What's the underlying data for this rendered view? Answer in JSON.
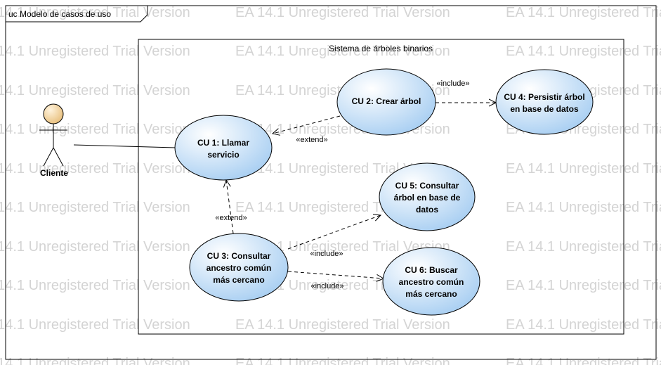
{
  "frame": {
    "label": "uc Modelo de casos de uso"
  },
  "watermark": {
    "text": "EA 14.1 Unregistered Trial Version"
  },
  "boundary": {
    "label": "Sistema de árboles binarios"
  },
  "actor": {
    "name": "Cliente"
  },
  "use_cases": [
    {
      "id": "cu1",
      "lines": [
        "CU 1: Llamar",
        "servicio"
      ]
    },
    {
      "id": "cu2",
      "lines": [
        "CU 2: Crear árbol"
      ]
    },
    {
      "id": "cu3",
      "lines": [
        "CU 3: Consultar",
        "ancestro  común",
        "más cercano"
      ]
    },
    {
      "id": "cu4",
      "lines": [
        "CU 4: Persistir árbol",
        "en base de datos"
      ]
    },
    {
      "id": "cu5",
      "lines": [
        "CU 5: Consultar",
        "árbol en base de",
        "datos"
      ]
    },
    {
      "id": "cu6",
      "lines": [
        "CU 6: Buscar",
        "ancestro común",
        "más cercano"
      ]
    }
  ],
  "relationships": [
    {
      "id": "rel-cu2-cu1",
      "label": "«extend»"
    },
    {
      "id": "rel-cu3-cu1",
      "label": "«extend»"
    },
    {
      "id": "rel-cu2-cu4",
      "label": "«include»"
    },
    {
      "id": "rel-cu3-cu5",
      "label": "«include»"
    },
    {
      "id": "rel-cu3-cu6",
      "label": "«include»"
    }
  ],
  "colors": {
    "use_case_fill_light": "#ffffff",
    "use_case_fill_dark": "#a9cff2",
    "actor_head": "#f5d6a0",
    "line": "#000000",
    "watermark": "#d4d4d4"
  }
}
